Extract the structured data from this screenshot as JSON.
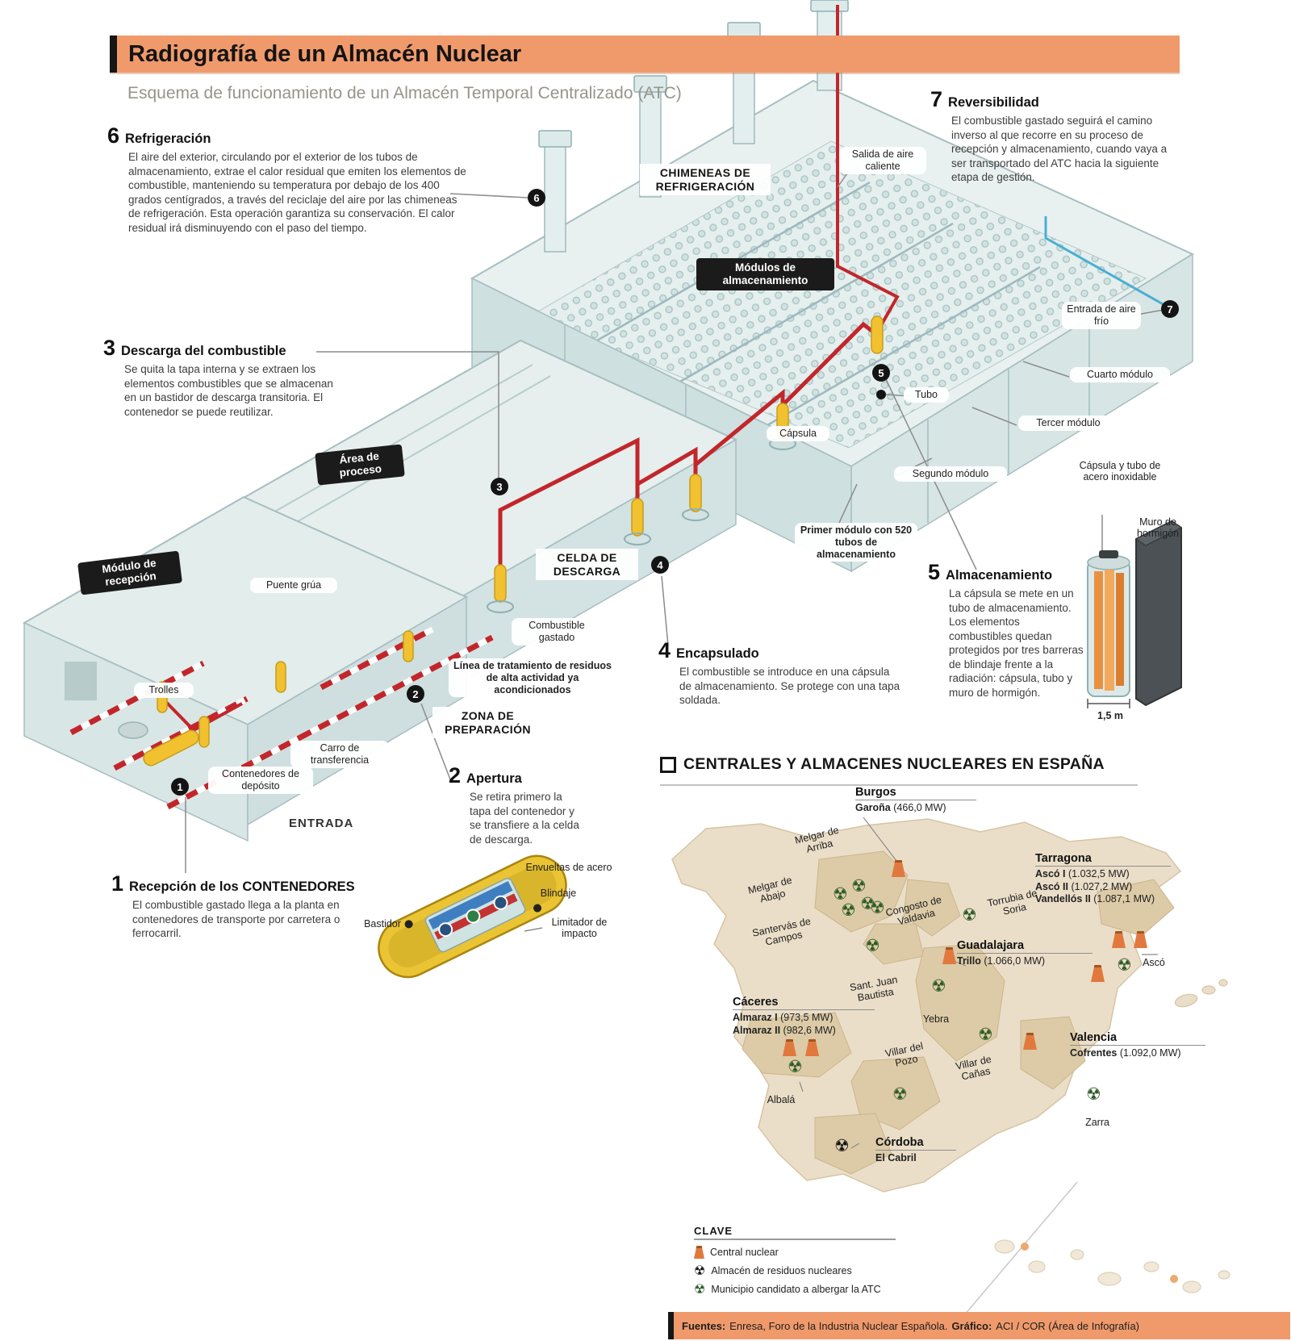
{
  "header": {
    "title": "Radiografía de un Almacén Nuclear",
    "subtitle": "Esquema de funcionamiento de un Almacén Temporal Centralizado (ATC)"
  },
  "annotations": [
    {
      "num": "1",
      "title": "Recepción de los CONTENEDORES",
      "body": "El combustible gastado llega a la planta en contenedores de transporte por carretera o ferrocarril."
    },
    {
      "num": "2",
      "title": "Apertura",
      "body": "Se retira primero la tapa del contenedor y se transfiere a la celda de descarga."
    },
    {
      "num": "3",
      "title": "Descarga del combustible",
      "body": "Se quita la tapa interna y se extraen los elementos combustibles que se almacenan en un bastidor de descarga transitoria. El contenedor se puede reutilizar."
    },
    {
      "num": "4",
      "title": "Encapsulado",
      "body": "El combustible se introduce en una cápsula de almacenamiento. Se protege con una tapa soldada."
    },
    {
      "num": "5",
      "title": "Almacenamiento",
      "body": "La cápsula se mete en un tubo de almacenamiento. Los elementos combustibles quedan protegidos por tres barreras de blindaje frente a la radiación: cápsula, tubo y muro de hormigón."
    },
    {
      "num": "6",
      "title": "Refrigeración",
      "body": "El aire del exterior, circulando por el exterior de los tubos de almacenamiento, extrae el calor residual que emiten los elementos de combustible, manteniendo su temperatura por debajo de los 400 grados centígrados, a través del reciclaje del aire por las chimeneas de refrigeración. Esta operación garantiza su conservación. El calor residual irá disminuyendo con el paso del tiempo."
    },
    {
      "num": "7",
      "title": "Reversibilidad",
      "body": "El combustible gastado seguirá el camino inverso al que recorre en su proceso de recepción y almacenamiento, cuando vaya a ser transportado del ATC hacia la siguiente etapa de gestión."
    }
  ],
  "diagram": {
    "badges": {
      "chimneys": "CHIMENEAS DE REFRIGERACIÓN",
      "storage_modules": "Módulos de almacenamiento",
      "process_area": "Área de proceso",
      "reception_module": "Módulo de recepción",
      "discharge_cell": "CELDA DE DESCARGA",
      "prep_zone": "ZONA DE PREPARACIÓN",
      "entrance": "ENTRADA"
    },
    "pills": {
      "hot_air": "Salida de aire caliente",
      "cold_air": "Entrada de aire frío",
      "module4": "Cuarto módulo",
      "module3": "Tercer módulo",
      "module2": "Segundo módulo",
      "module1": "Primer módulo con 520 tubos de almacenamiento",
      "tube": "Tubo",
      "capsule": "Cápsula",
      "crane": "Puente grúa",
      "trolleys": "Trolles",
      "transfer_cart": "Carro de transferencia",
      "deposit_container": "Contenedores de depósito",
      "spent_fuel": "Combustible gastado",
      "treatment_line": "Línea de tratamiento de residuos de alta actividad ya acondicionados"
    },
    "capsule_detail": {
      "label": "Cápsula y tubo de acero inoxidable",
      "wall": "Muro de hormigón",
      "scale": "1,5 m"
    },
    "container_detail": {
      "steel": "Envueltas de acero",
      "shield": "Blindaje",
      "frame": "Bastidor",
      "impact": "Limitador de impacto"
    }
  },
  "map": {
    "title": "CENTRALES Y ALMACENES NUCLEARES EN ESPAÑA",
    "sites": [
      {
        "region": "Burgos",
        "plants": [
          {
            "name": "Garoña",
            "mw": "(466,0 MW)"
          }
        ]
      },
      {
        "region": "Tarragona",
        "plants": [
          {
            "name": "Ascó I",
            "mw": "(1.032,5 MW)"
          },
          {
            "name": "Ascó II",
            "mw": "(1.027,2 MW)"
          },
          {
            "name": "Vandellós II",
            "mw": "(1.087,1 MW)"
          }
        ]
      },
      {
        "region": "Guadalajara",
        "plants": [
          {
            "name": "Trillo",
            "mw": "(1.066,0 MW)"
          }
        ]
      },
      {
        "region": "Valencia",
        "plants": [
          {
            "name": "Cofrentes",
            "mw": "(1.092,0 MW)"
          }
        ]
      },
      {
        "region": "Cáceres",
        "plants": [
          {
            "name": "Almaraz I",
            "mw": "(973,5 MW)"
          },
          {
            "name": "Almaraz II",
            "mw": "(982,6 MW)"
          }
        ]
      },
      {
        "region": "Córdoba",
        "plants": [
          {
            "name": "El Cabril",
            "mw": ""
          }
        ]
      }
    ],
    "candidates": [
      "Melgar de Arriba",
      "Melgar de Abajo",
      "Santervás de Campos",
      "Congosto de Valdavia",
      "Torrubia de Soria",
      "Sant. Juan Bautista",
      "Yebra",
      "Villar del Pozo",
      "Villar de Cañas",
      "Zarra",
      "Albalá",
      "Ascó"
    ],
    "legend": {
      "title": "CLAVE",
      "central": "Central nuclear",
      "storage": "Almacén de residuos nucleares",
      "candidate": "Municipio candidato a albergar la ATC"
    }
  },
  "footer": {
    "source_label": "Fuentes:",
    "source": "Enresa, Foro de la Industria Nuclear Española.",
    "credit_label": "Gráfico:",
    "credit": "ACI / COR (Área de Infografía)"
  },
  "colors": {
    "accent": "#F09A6C",
    "red_line": "#C2262B",
    "capsule_yellow": "#F1C12F",
    "plant_orange": "#E1793F",
    "candidate_green": "#2E5B28",
    "map_tan": "#EBDEC8"
  }
}
